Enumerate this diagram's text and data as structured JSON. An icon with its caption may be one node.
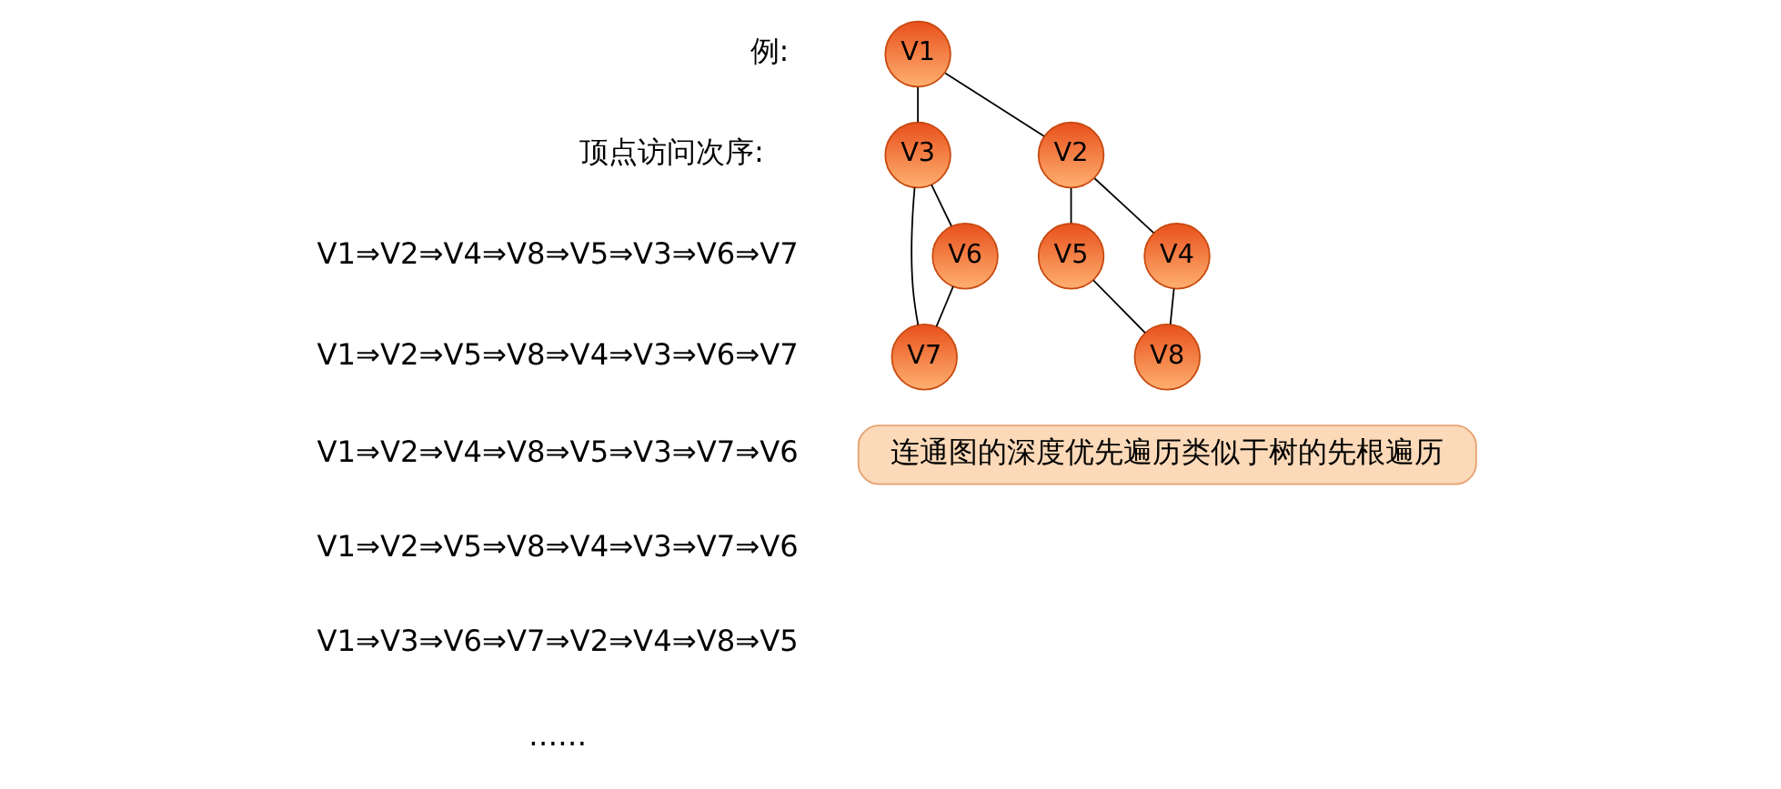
{
  "diagram": {
    "nodes": [
      {
        "text": [
          "V1"
        ]
      },
      {
        "text": [
          "V2"
        ]
      },
      {
        "text": [
          "V3"
        ]
      },
      {
        "text": [
          "V4"
        ]
      },
      {
        "text": [
          "V5"
        ]
      },
      {
        "text": [
          "V6"
        ]
      },
      {
        "text": [
          "V7"
        ]
      },
      {
        "text": [
          "V8"
        ]
      },
      {
        "text": [
          "连通图的深度优先遍历类似于树的先根遍历"
        ]
      }
    ],
    "edges": [
      {
        "from": 0,
        "to": 1,
        "arrow": "none"
      },
      {
        "from": 0,
        "to": 2,
        "arrow": "none"
      },
      {
        "from": 1,
        "to": 3,
        "arrow": "none"
      },
      {
        "from": 1,
        "to": 4,
        "arrow": "none"
      },
      {
        "from": 2,
        "to": 5,
        "arrow": "none"
      },
      {
        "from": 2,
        "to": 6,
        "arrow": "none"
      },
      {
        "from": 5,
        "to": 6,
        "arrow": "none"
      },
      {
        "from": 3,
        "to": 7,
        "arrow": "none"
      },
      {
        "from": 4,
        "to": 7,
        "arrow": "none"
      }
    ],
    "labels": [
      "例:",
      "顶点访问次序:",
      "V1⇒V2⇒V4⇒V8⇒V5⇒V3⇒V6⇒V7",
      "V1⇒V2⇒V5⇒V8⇒V4⇒V3⇒V6⇒V7",
      "V1⇒V2⇒V4⇒V8⇒V5⇒V3⇒V7⇒V6",
      "V1⇒V2⇒V5⇒V8⇒V4⇒V3⇒V7⇒V6",
      "V1⇒V3⇒V6⇒V7⇒V2⇒V4⇒V8⇒V5",
      "……"
    ]
  }
}
